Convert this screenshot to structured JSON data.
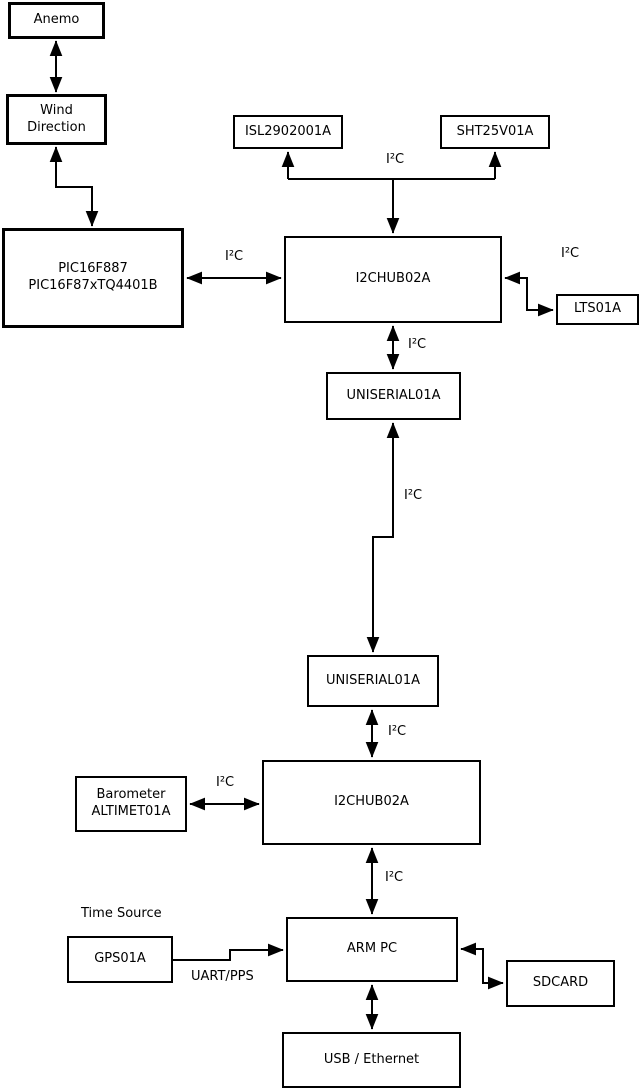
{
  "diagram": {
    "nodes": {
      "anemo": "Anemo",
      "wind_direction": "Wind\nDirection",
      "pic": "PIC16F887\nPIC16F87xTQ4401B",
      "isl": "ISL2902001A",
      "sht": "SHT25V01A",
      "hub1": "I2CHUB02A",
      "lts": "LTS01A",
      "uniserial1": "UNISERIAL01A",
      "uniserial2": "UNISERIAL01A",
      "hub2": "I2CHUB02A",
      "barometer": "Barometer\nALTIMET01A",
      "arm_pc": "ARM PC",
      "gps": "GPS01A",
      "sdcard": "SDCARD",
      "usb_ethernet": "USB / Ethernet"
    },
    "edge_labels": {
      "i2c_pic_hub1": "I²C",
      "i2c_sensor_bus": "I²C",
      "i2c_lts": "I²C",
      "i2c_hub1_uniserial1": "I²C",
      "i2c_uniserial_link": "I²C",
      "i2c_uniserial2_hub2": "I²C",
      "i2c_barometer": "I²C",
      "i2c_hub2_armpc": "I²C",
      "uart_pps": "UART/PPS"
    },
    "annotations": {
      "time_source": "Time Source"
    },
    "colors": {
      "line": "#000000",
      "box_fill": "#ffffff",
      "background": "#ffffff"
    }
  }
}
